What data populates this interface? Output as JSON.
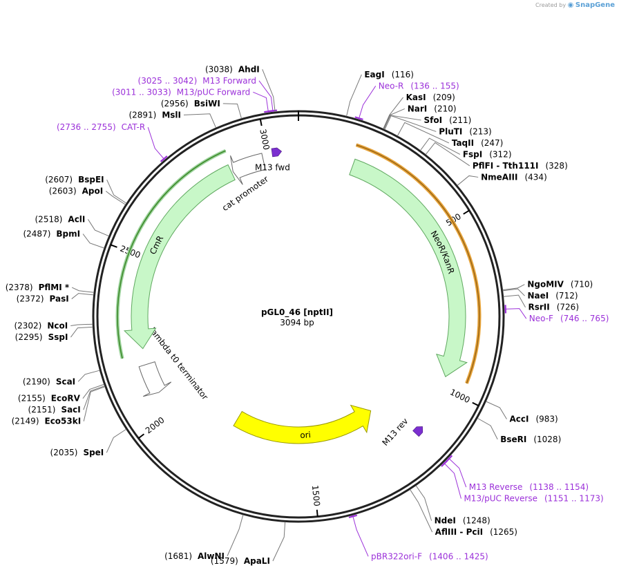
{
  "watermark": {
    "prefix": "Created by",
    "brand": "SnapGene"
  },
  "plasmid": {
    "name": "pGL0_46 [nptII]",
    "size_label": "3094 bp",
    "length": 3094
  },
  "colors": {
    "backbone": "#222222",
    "primer": "#9b30d9",
    "cds": "#c8f7c8",
    "cds_edge": "#5fa85f",
    "ori": "#ffff00",
    "ori_edge": "#999900",
    "primer_site": "#7b2fd0",
    "neo_arc": "#e6a33a",
    "cmr_arc": "#3d8a2a"
  },
  "ticks": [
    {
      "pos": 500,
      "label": "500"
    },
    {
      "pos": 1000,
      "label": "1000"
    },
    {
      "pos": 1500,
      "label": "1500"
    },
    {
      "pos": 2000,
      "label": "2000"
    },
    {
      "pos": 2500,
      "label": "2500"
    },
    {
      "pos": 3000,
      "label": "3000"
    }
  ],
  "features": [
    {
      "name": "NeoR/KanR",
      "type": "cds",
      "start": 170,
      "end": 965,
      "direction": "cw"
    },
    {
      "name": "ori",
      "type": "rep_origin",
      "start": 1225,
      "end": 1811,
      "direction": "ccw"
    },
    {
      "name": "lambda t0 terminator",
      "type": "terminator",
      "start": 2075,
      "end": 2170,
      "direction": "ccw"
    },
    {
      "name": "CmR",
      "type": "cds",
      "start": 2220,
      "end": 2880,
      "direction": "ccw"
    },
    {
      "name": "cat promoter",
      "type": "promoter",
      "start": 2885,
      "end": 2985,
      "direction": "ccw"
    },
    {
      "name": "M13 fwd",
      "type": "primer_site",
      "start": 3015,
      "end": 3040,
      "direction": "cw"
    },
    {
      "name": "M13 rev",
      "type": "primer_site",
      "start": 1135,
      "end": 1160,
      "direction": "ccw"
    }
  ],
  "enzymes": [
    {
      "name": "AhdI",
      "pos": "(3038)",
      "site": 3038
    },
    {
      "name": "EagI",
      "pos": "(116)",
      "site": 116
    },
    {
      "name": "KasI",
      "pos": "(209)",
      "site": 209
    },
    {
      "name": "NarI",
      "pos": "(210)",
      "site": 210
    },
    {
      "name": "SfoI",
      "pos": "(211)",
      "site": 211
    },
    {
      "name": "PluTI",
      "pos": "(213)",
      "site": 213
    },
    {
      "name": "TaqII",
      "pos": "(247)",
      "site": 247
    },
    {
      "name": "FspI",
      "pos": "(312)",
      "site": 312
    },
    {
      "name": "PflFI - Tth111I",
      "pos": "(328)",
      "site": 328
    },
    {
      "name": "NmeAIII",
      "pos": "(434)",
      "site": 434
    },
    {
      "name": "NgoMIV",
      "pos": "(710)",
      "site": 710
    },
    {
      "name": "NaeI",
      "pos": "(712)",
      "site": 712
    },
    {
      "name": "RsrII",
      "pos": "(726)",
      "site": 726
    },
    {
      "name": "AccI",
      "pos": "(983)",
      "site": 983
    },
    {
      "name": "BseRI",
      "pos": "(1028)",
      "site": 1028
    },
    {
      "name": "NdeI",
      "pos": "(1248)",
      "site": 1248
    },
    {
      "name": "AflIII - PciI",
      "pos": "(1265)",
      "site": 1265
    },
    {
      "name": "ApaLI",
      "pos": "(1579)",
      "site": 1579
    },
    {
      "name": "AlwNI",
      "pos": "(1681)",
      "site": 1681
    },
    {
      "name": "SpeI",
      "pos": "(2035)",
      "site": 2035
    },
    {
      "name": "Eco53kI",
      "pos": "(2149)",
      "site": 2149
    },
    {
      "name": "SacI",
      "pos": "(2151)",
      "site": 2151
    },
    {
      "name": "EcoRV",
      "pos": "(2155)",
      "site": 2155
    },
    {
      "name": "ScaI",
      "pos": "(2190)",
      "site": 2190
    },
    {
      "name": "SspI",
      "pos": "(2295)",
      "site": 2295
    },
    {
      "name": "NcoI",
      "pos": "(2302)",
      "site": 2302
    },
    {
      "name": "PasI",
      "pos": "(2372)",
      "site": 2372
    },
    {
      "name": "PflMI *",
      "pos": "(2378)",
      "site": 2378
    },
    {
      "name": "BpmI",
      "pos": "(2487)",
      "site": 2487
    },
    {
      "name": "AclI",
      "pos": "(2518)",
      "site": 2518
    },
    {
      "name": "ApoI",
      "pos": "(2603)",
      "site": 2603
    },
    {
      "name": "BspEI",
      "pos": "(2607)",
      "site": 2607
    },
    {
      "name": "MslI",
      "pos": "(2891)",
      "site": 2891
    },
    {
      "name": "BsiWI",
      "pos": "(2956)",
      "site": 2956
    }
  ],
  "primers": [
    {
      "name": "M13 Forward",
      "range": "(3025 .. 3042)",
      "site": 3033
    },
    {
      "name": "M13/pUC Forward",
      "range": "(3011 .. 3033)",
      "site": 3022
    },
    {
      "name": "Neo-R",
      "range": "(136 .. 155)",
      "site": 146
    },
    {
      "name": "Neo-F",
      "range": "(746 .. 765)",
      "site": 756
    },
    {
      "name": "M13 Reverse",
      "range": "(1138 .. 1154)",
      "site": 1146
    },
    {
      "name": "M13/pUC Reverse",
      "range": "(1151 .. 1173)",
      "site": 1162
    },
    {
      "name": "pBR322ori-F",
      "range": "(1406 .. 1425)",
      "site": 1416
    },
    {
      "name": "CAT-R",
      "range": "(2736 .. 2755)",
      "site": 2746
    }
  ]
}
